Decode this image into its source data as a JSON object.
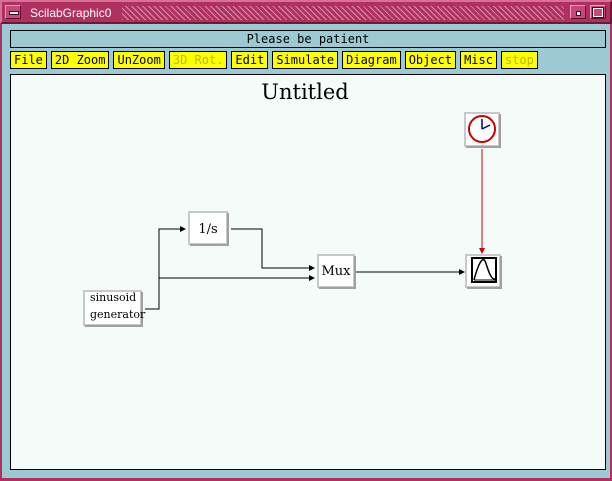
{
  "window": {
    "title": "ScilabGraphic0"
  },
  "status": {
    "message": "Please be patient"
  },
  "menu": [
    {
      "label": "File",
      "enabled": true
    },
    {
      "label": "2D Zoom",
      "enabled": true
    },
    {
      "label": "UnZoom",
      "enabled": true
    },
    {
      "label": "3D Rot.",
      "enabled": false
    },
    {
      "label": "Edit",
      "enabled": true
    },
    {
      "label": "Simulate",
      "enabled": true
    },
    {
      "label": "Diagram",
      "enabled": true
    },
    {
      "label": "Object",
      "enabled": true
    },
    {
      "label": "Misc",
      "enabled": true
    },
    {
      "label": "stop",
      "enabled": false
    }
  ],
  "diagram": {
    "title": "Untitled",
    "blocks": {
      "integrator": "1/s",
      "mux": "Mux",
      "sine_line1": "sinusoid",
      "sine_line2": "generator"
    },
    "colors": {
      "event_link": "#d00000",
      "clock": "#cc0000",
      "link": "#000000"
    }
  }
}
